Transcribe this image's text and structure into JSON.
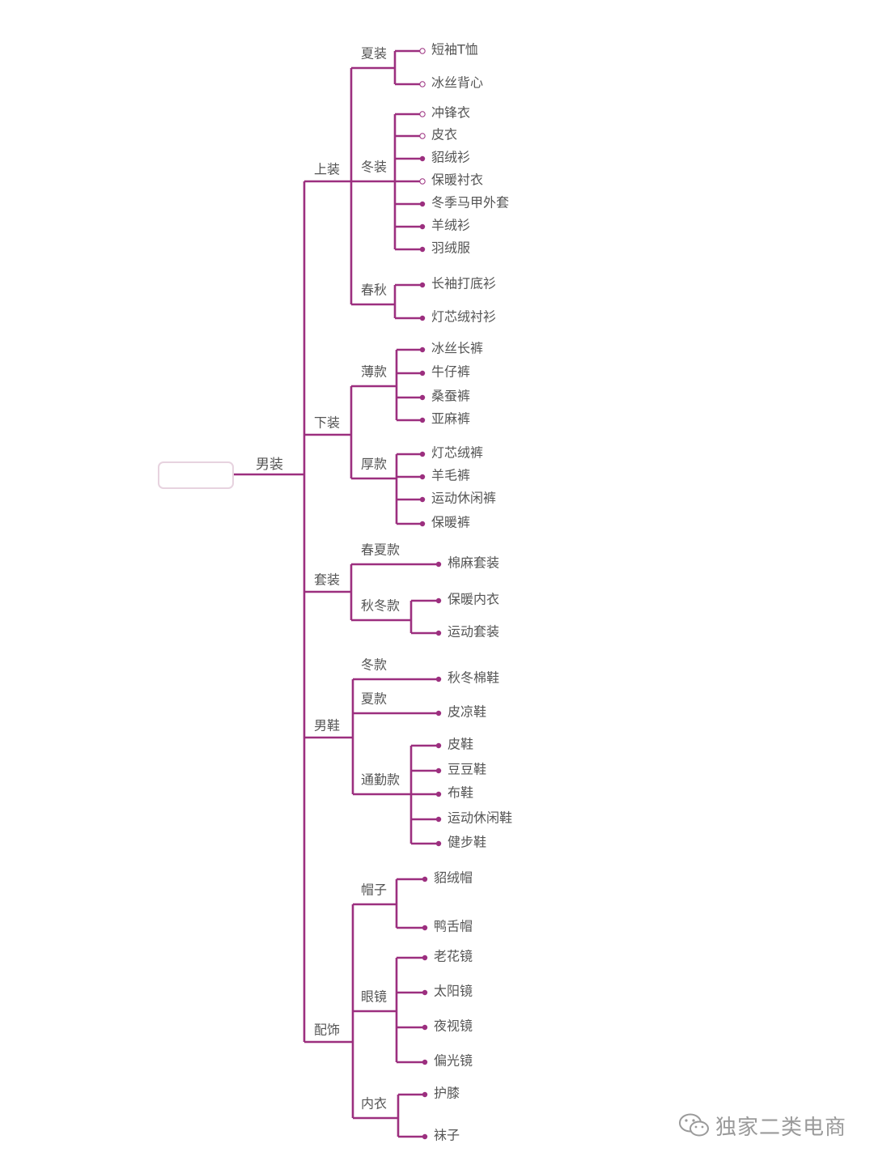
{
  "colors": {
    "line": "#9c2f7f",
    "text": "#555555",
    "root_border": "#e7d3df",
    "watermark": "#9a9a9a"
  },
  "root": {
    "label": ""
  },
  "level1": {
    "label": "男装"
  },
  "categories": [
    {
      "label": "上装",
      "groups": [
        {
          "label": "夏装",
          "items": [
            "短袖T恤",
            "冰丝背心"
          ]
        },
        {
          "label": "冬装",
          "items": [
            "冲锋衣",
            "皮衣",
            "貂绒衫",
            "保暖衬衣",
            "冬季马甲外套",
            "羊绒衫",
            "羽绒服"
          ]
        },
        {
          "label": "春秋",
          "items": [
            "长袖打底衫",
            "灯芯绒衬衫"
          ]
        }
      ]
    },
    {
      "label": "下装",
      "groups": [
        {
          "label": "薄款",
          "items": [
            "冰丝长裤",
            "牛仔裤",
            "桑蚕裤",
            "亚麻裤"
          ]
        },
        {
          "label": "厚款",
          "items": [
            "灯芯绒裤",
            "羊毛裤",
            "运动休闲裤",
            "保暖裤"
          ]
        }
      ]
    },
    {
      "label": "套装",
      "groups": [
        {
          "label": "春夏款",
          "items": [
            "棉麻套装"
          ]
        },
        {
          "label": "秋冬款",
          "items": [
            "保暖内衣",
            "运动套装"
          ]
        }
      ]
    },
    {
      "label": "男鞋",
      "groups": [
        {
          "label": "冬款",
          "items": [
            "秋冬棉鞋"
          ]
        },
        {
          "label": "夏款",
          "items": [
            "皮凉鞋"
          ]
        },
        {
          "label": "通勤款",
          "items": [
            "皮鞋",
            "豆豆鞋",
            "布鞋",
            "运动休闲鞋",
            "健步鞋"
          ]
        }
      ]
    },
    {
      "label": "配饰",
      "groups": [
        {
          "label": "帽子",
          "items": [
            "貂绒帽",
            "鸭舌帽"
          ]
        },
        {
          "label": "眼镜",
          "items": [
            "老花镜",
            "太阳镜",
            "夜视镜",
            "偏光镜"
          ]
        },
        {
          "label": "内衣",
          "items": [
            "护膝",
            "袜子"
          ]
        }
      ]
    }
  ],
  "watermark": {
    "icon": "wechat-icon",
    "text": "独家二类电商"
  }
}
